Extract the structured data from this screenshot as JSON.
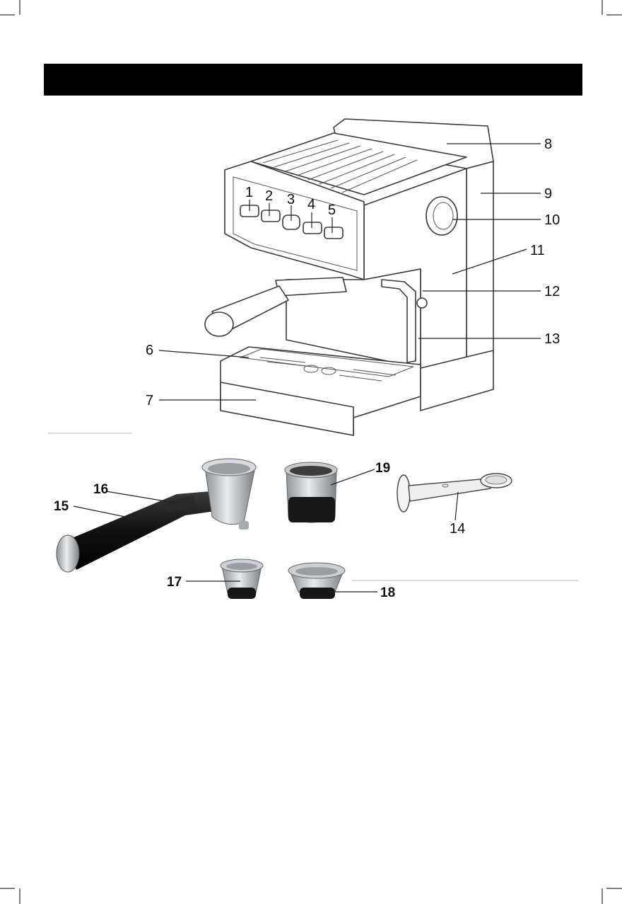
{
  "header": {
    "title": ""
  },
  "labels": {
    "l1": "1",
    "l2": "2",
    "l3": "3",
    "l4": "4",
    "l5": "5",
    "l6": "6",
    "l7": "7",
    "l8": "8",
    "l9": "9",
    "l10": "10",
    "l11": "11",
    "l12": "12",
    "l13": "13",
    "l14": "14",
    "l15": "15",
    "l16": "16",
    "l17": "17",
    "l18": "18",
    "l19": "19"
  },
  "colors": {
    "header_bar": "#000000",
    "line_art": "#3a3a3a",
    "accessory_dark": "#151515",
    "metal": "#c4c7ca"
  }
}
